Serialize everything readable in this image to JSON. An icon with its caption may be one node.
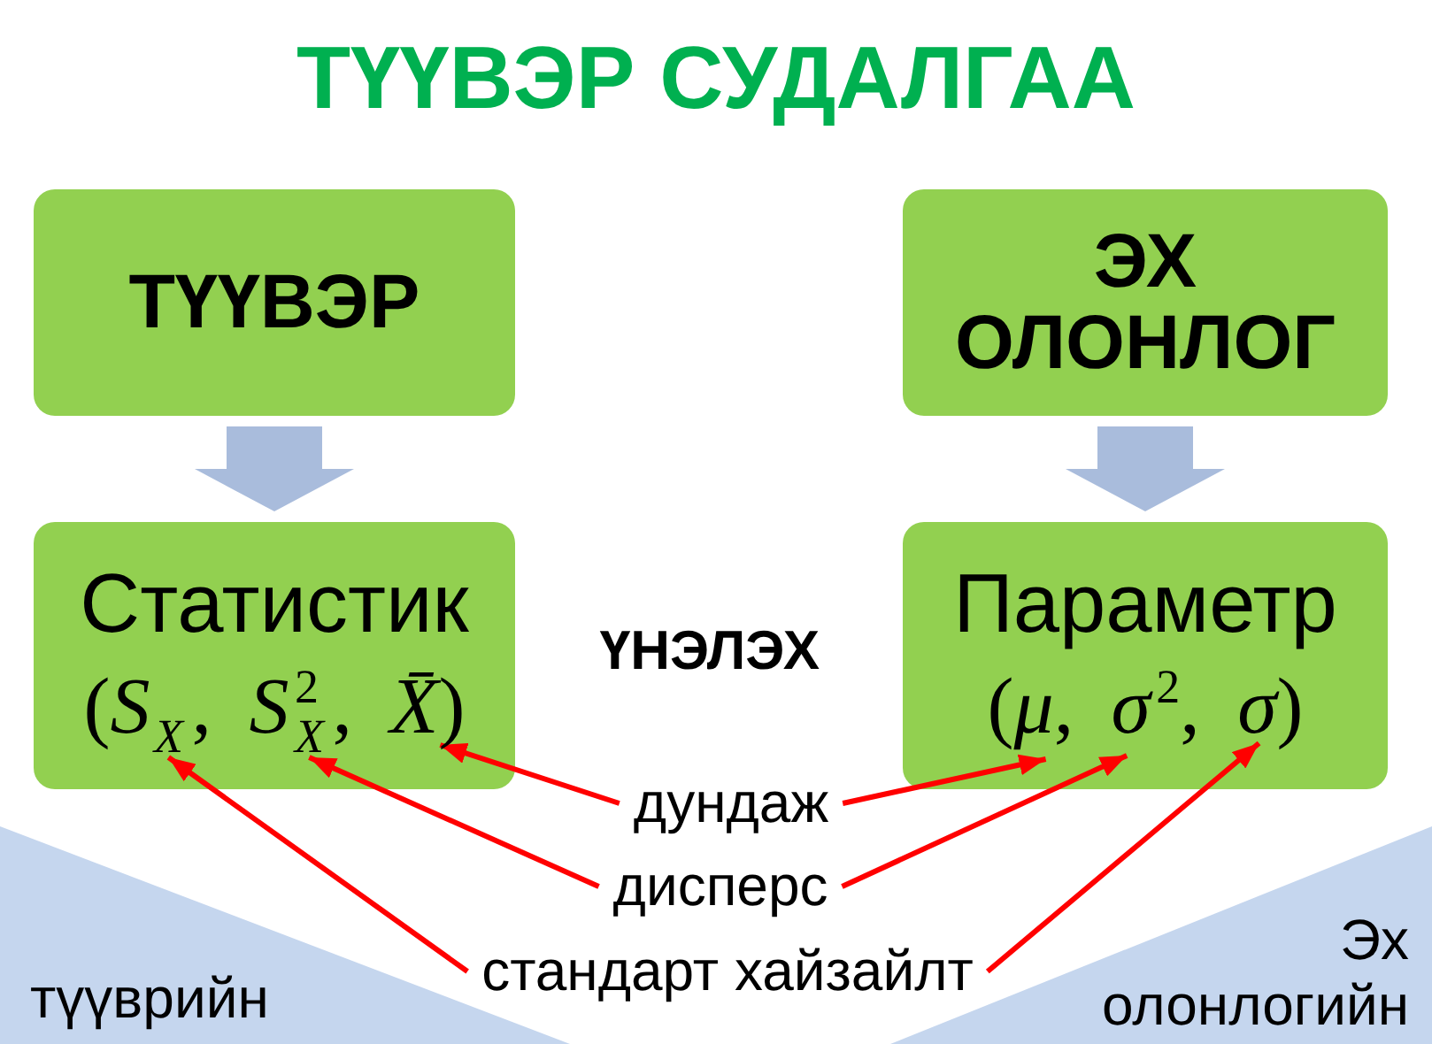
{
  "diagram": {
    "title": "ТҮҮВЭР СУДАЛГАА",
    "nodes": [
      {
        "text": [
          "ТҮҮВЭР"
        ]
      },
      {
        "text": [
          "ЭХ ОЛОНЛОГ"
        ]
      },
      {
        "text": [
          "Статистик",
          "(*S*$_{X}$, *S*$^{2}$$_{X}$, *X̄*)"
        ]
      },
      {
        "text": [
          "Параметр",
          "(*μ*, *σ*$^{2}$, *σ*)"
        ]
      },
      {
        "text": [
          "дундаж"
        ]
      },
      {
        "text": [
          "дисперс"
        ]
      },
      {
        "text": [
          "стандарт хайзайлт"
        ]
      },
      {
        "text": [
          "түүврийн"
        ]
      },
      {
        "text": [
          "Эх олонлогийн"
        ]
      }
    ],
    "edges": [
      {
        "from": 0,
        "to": 2,
        "arrow": "to",
        "style": "thick",
        "color": "#a9bcdc"
      },
      {
        "from": 1,
        "to": 3,
        "arrow": "to",
        "style": "thick",
        "color": "#a9bcdc"
      },
      {
        "from": 4,
        "to": 2,
        "arrow": "to"
      },
      {
        "from": 4,
        "to": 3,
        "arrow": "to"
      },
      {
        "from": 5,
        "to": 2,
        "arrow": "to"
      },
      {
        "from": 5,
        "to": 3,
        "arrow": "to"
      },
      {
        "from": 6,
        "to": 2,
        "arrow": "to"
      },
      {
        "from": 6,
        "to": 3,
        "arrow": "to"
      }
    ],
    "labels": [
      "ҮНЭЛЭХ"
    ]
  }
}
